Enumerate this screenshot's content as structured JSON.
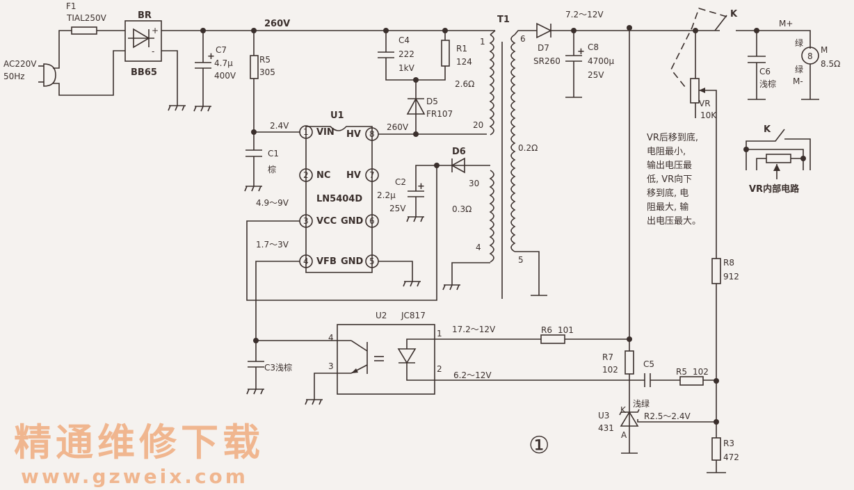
{
  "labels": {
    "f1": "F1",
    "f1_val": "TIAL250V",
    "br": "BR",
    "br_plus": "+",
    "br_minus": "-",
    "br_model": "BB65",
    "ac1": "AC220V",
    "ac2": "50Hz",
    "v260_top": "260V",
    "c7": "C7",
    "c7_v1": "4.7μ",
    "c7_v2": "400V",
    "c7_plus": "+",
    "r5a": "R5",
    "r5a_v": "305",
    "c4": "C4",
    "c4_v1": "222",
    "c4_v2": "1kV",
    "r1": "R1",
    "r1_v": "124",
    "d5": "D5",
    "d5_v": "FR107",
    "t1": "T1",
    "p1": "1",
    "ohm26": "2.6Ω",
    "p20": "20",
    "p6": "6",
    "ohm02": "0.2Ω",
    "p30": "30",
    "ohm03": "0.3Ω",
    "p4": "4",
    "p5": "5",
    "d7": "D7",
    "d7_v": "SR260",
    "v712": "7.2～12V",
    "c8": "C8",
    "c8_v1": "4700μ",
    "c8_v2": "25V",
    "c8_plus": "+",
    "k": "K",
    "mplus": "M+",
    "mminus": "M-",
    "green1": "绿",
    "green2": "绿",
    "m": "M",
    "m_ohm": "8.5Ω",
    "m_sym": "8",
    "c6": "C6",
    "c6_v": "浅棕",
    "vr": "VR",
    "vr_v": "10K",
    "u1": "U1",
    "u1_model": "LN5404D",
    "v24": "2.4V",
    "v260_pin8": "260V",
    "pin1": "1",
    "pin2": "2",
    "pin3": "3",
    "pin4": "4",
    "pin5": "5",
    "pin6": "6",
    "pin7": "7",
    "pin8": "8",
    "vin": "VIN",
    "nc": "NC",
    "vcc": "VCC",
    "vfb": "VFB",
    "hv8": "HV",
    "hv7": "HV",
    "gnd6": "GND",
    "gnd5": "GND",
    "c1": "C1",
    "c1_v": "棕",
    "v49": "4.9～9V",
    "v173": "1.7～3V",
    "d6": "D6",
    "c2": "C2",
    "c2_v1": "2.2μ",
    "c2_v2": "25V",
    "c2_plus": "+",
    "u2": "U2",
    "u2_model": "JC817",
    "u2p1": "1",
    "u2p2": "2",
    "u2p3": "3",
    "u2p4": "4",
    "c3": "C3浅棕",
    "v1712": "17.2～12V",
    "v6212": "6.2～12V",
    "r6": "R6",
    "r6_v": "101",
    "r7": "R7",
    "r7_v": "102",
    "c5": "C5",
    "c5_v": "浅绿",
    "r5b": "R5",
    "r5b_v": "102",
    "u3": "U3",
    "u3_v": "431",
    "u3_k": "K",
    "u3_a": "A",
    "vref": "R2.5～2.4V",
    "r8": "R8",
    "r8_v": "912",
    "r3": "R3",
    "r3_v": "472",
    "note": [
      "VR后移到底,",
      "电阻最小,",
      "输出电压最",
      "低, VR向下",
      "移到底, 电",
      "阻最大, 输",
      "出电压最大。"
    ],
    "inset_k": "K",
    "inset_caption": "VR内部电路",
    "fig": "①"
  },
  "watermark": {
    "cn": "精通维修下载",
    "url": "www.gzweix.com"
  }
}
